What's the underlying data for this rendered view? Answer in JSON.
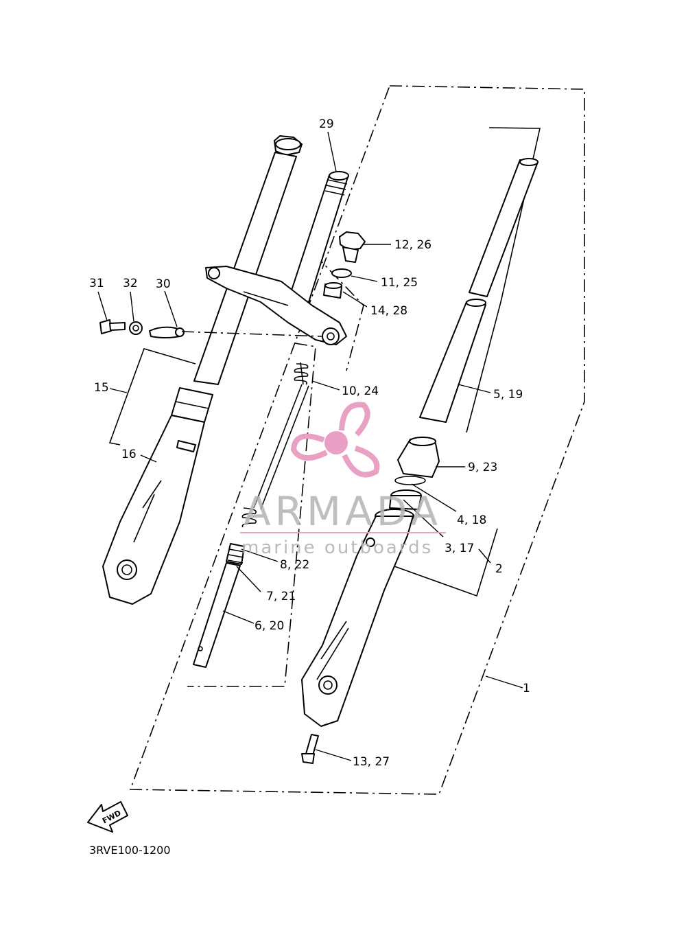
{
  "callouts": {
    "c29": "29",
    "c12_26": "12, 26",
    "c11_25": "11, 25",
    "c14_28": "14, 28",
    "c31": "31",
    "c32": "32",
    "c30": "30",
    "c15": "15",
    "c16": "16",
    "c10_24": "10, 24",
    "c5_19": "5, 19",
    "c9_23": "9, 23",
    "c4_18": "4, 18",
    "c3_17": "3, 17",
    "c2": "2",
    "c8_22": "8, 22",
    "c7_21": "7, 21",
    "c6_20": "6, 20",
    "c1": "1",
    "c13_27": "13, 27"
  },
  "direction_arrow": {
    "label": "FWD"
  },
  "diagram_code": "3RVE100-1200",
  "watermark": {
    "brand": "ARMADA",
    "tagline": "marine outboards",
    "logo_color": "#e8a0c4",
    "divider_color": "#e8a0c4",
    "text_color": "#b3b3b3"
  }
}
